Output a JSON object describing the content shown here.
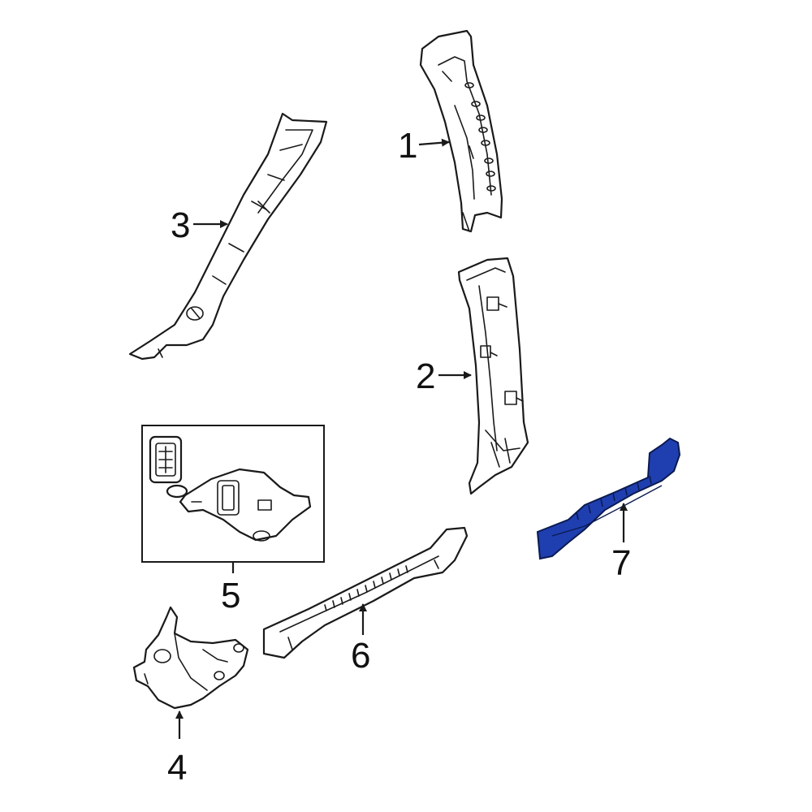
{
  "diagram": {
    "highlight_color": "#1f3fb0",
    "line_color": "#1a1a1a",
    "callouts": {
      "part1": "1",
      "part2": "2",
      "part3": "3",
      "part4": "4",
      "part5": "5",
      "part6": "6",
      "part7": "7"
    },
    "highlighted_part": "7"
  }
}
